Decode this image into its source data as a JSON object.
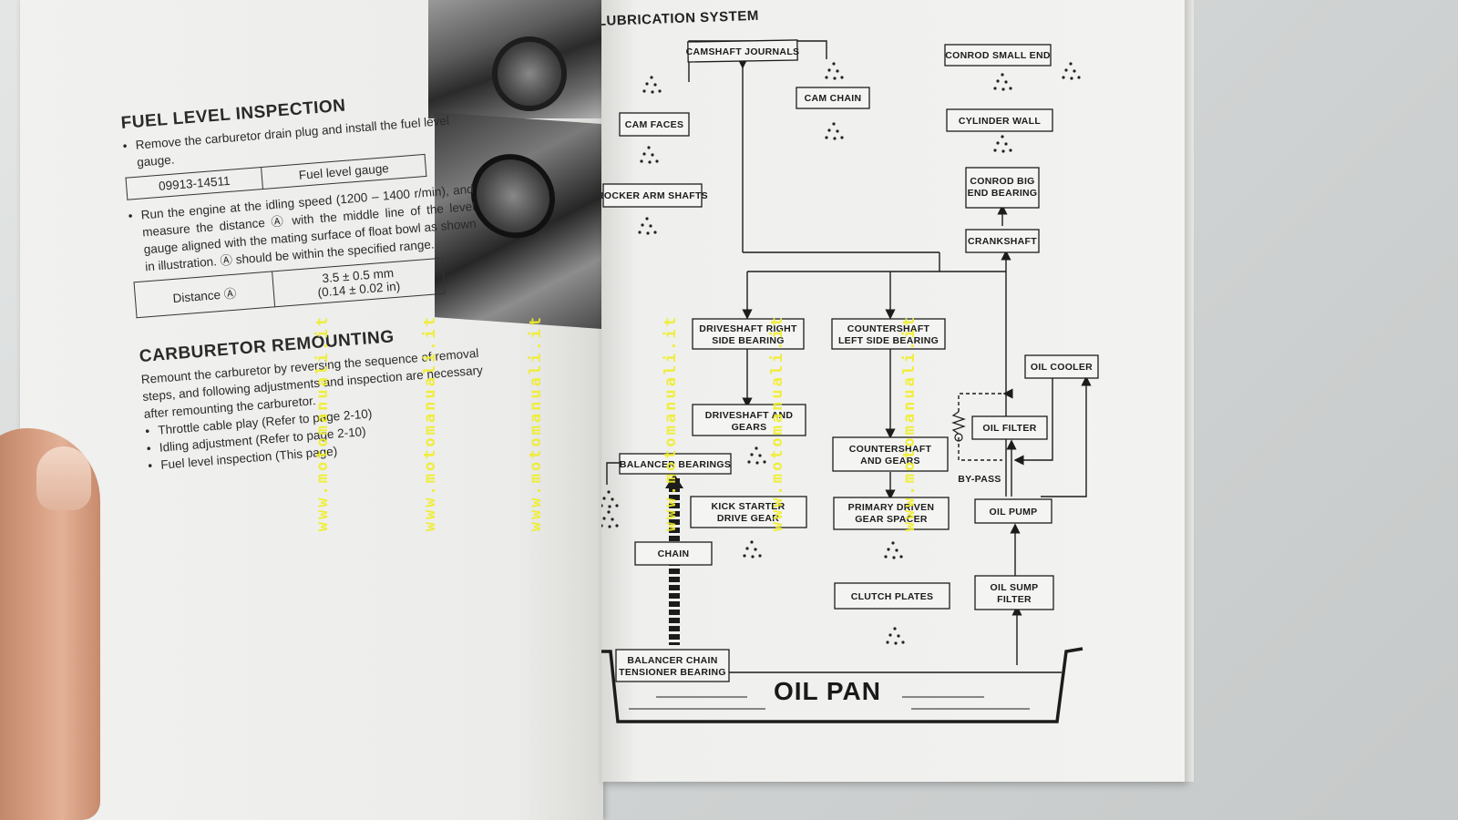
{
  "left_page": {
    "fuel_level": {
      "heading": "FUEL LEVEL INSPECTION",
      "step1": "Remove the carburetor drain plug and install the fuel level gauge.",
      "tool_code": "09913-14511",
      "tool_name": "Fuel level gauge",
      "step2": "Run the engine at the idling speed (1200 – 1400 r/min), and measure the distance Ⓐ with the middle line of the level gauge aligned with the mating surface of float bowl as shown in illustration. Ⓐ should be within the specified range.",
      "spec_label": "Distance Ⓐ",
      "spec_value_mm": "3.5 ± 0.5 mm",
      "spec_value_in": "(0.14 ± 0.02 in)"
    },
    "remounting": {
      "heading": "CARBURETOR REMOUNTING",
      "body": "Remount the carburetor by reversing the sequence of removal steps, and following adjustments and inspection are necessary after remounting the carburetor.",
      "items": [
        "Throttle cable play (Refer to page 2-10)",
        "Idling adjustment (Refer to page 2-10)",
        "Fuel level inspection (This page)"
      ]
    }
  },
  "right_page": {
    "title": "LUBRICATION SYSTEM",
    "boxes": {
      "camshaft_journals": "CAMSHAFT JOURNALS",
      "cam_chain": "CAM CHAIN",
      "cam_faces": "CAM FACES",
      "rocker_arm_shafts": "ROCKER ARM SHAFTS",
      "conrod_small_end": "CONROD SMALL END",
      "cylinder_wall": "CYLINDER WALL",
      "conrod_big_end_1": "CONROD BIG",
      "conrod_big_end_2": "END BEARING",
      "crankshaft": "CRANKSHAFT",
      "driveshaft_right_1": "DRIVESHAFT RIGHT",
      "driveshaft_right_2": "SIDE BEARING",
      "countershaft_left_1": "COUNTERSHAFT",
      "countershaft_left_2": "LEFT SIDE BEARING",
      "oil_cooler": "OIL COOLER",
      "driveshaft_gears_1": "DRIVESHAFT AND",
      "driveshaft_gears_2": "GEARS",
      "oil_filter": "OIL FILTER",
      "balancer_bearings": "BALANCER BEARINGS",
      "countershaft_gears_1": "COUNTERSHAFT",
      "countershaft_gears_2": "AND GEARS",
      "bypass": "BY-PASS",
      "kick_starter_1": "KICK STARTER",
      "kick_starter_2": "DRIVE GEAR",
      "primary_driven_1": "PRIMARY DRIVEN",
      "primary_driven_2": "GEAR SPACER",
      "oil_pump": "OIL PUMP",
      "chain": "CHAIN",
      "clutch_plates": "CLUTCH PLATES",
      "oil_sump_1": "OIL SUMP",
      "oil_sump_2": "FILTER",
      "balancer_tensioner_1": "BALANCER CHAIN",
      "balancer_tensioner_2": "TENSIONER BEARING",
      "oil_pan": "OIL PAN"
    }
  },
  "watermark": "www.motomanuali.it",
  "colors": {
    "watermark": "#f0ee2a",
    "ink": "#1c1c1c",
    "paper": "#f1f1ef"
  }
}
